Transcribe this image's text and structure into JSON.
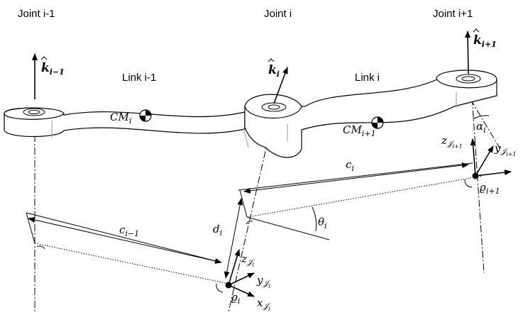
{
  "labels": {
    "joint_prev": "Joint i-1",
    "joint_cur": "Joint i",
    "joint_next": "Joint i+1",
    "link_prev": "Link i-1",
    "link_cur": "Link i"
  },
  "math": {
    "k_hat": "k",
    "k_prev_sub": "i−1",
    "k_cur_sub": "i",
    "k_next_sub": "i+1",
    "cm": "CM",
    "cm_prev_sub": "i",
    "cm_cur_sub": "i+1",
    "c": "c",
    "c_prev_sub": "i−1",
    "c_cur_sub": "i",
    "d": "d",
    "d_sub": "i",
    "theta": "θ",
    "theta_sub": "i",
    "alpha": "α",
    "alpha_sub": "i",
    "rho": "ϱ",
    "rho_i_sub": "i",
    "rho_next_sub": "i+1",
    "z": "z",
    "y": "y",
    "x": "x",
    "frame_J": "𝒥",
    "frame_i_sub": "i",
    "frame_next_sub": "i+1"
  }
}
